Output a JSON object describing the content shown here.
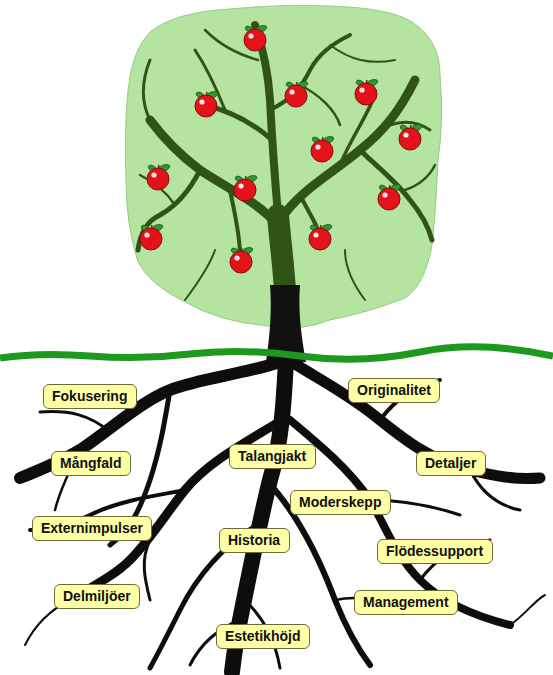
{
  "diagram": {
    "nodes": [
      {
        "text": [
          "Fokusering"
        ]
      },
      {
        "text": [
          "Originalitet"
        ]
      },
      {
        "text": [
          "Mångfald"
        ]
      },
      {
        "text": [
          "Talangjakt"
        ]
      },
      {
        "text": [
          "Detaljer"
        ]
      },
      {
        "text": [
          "Moderskepp"
        ]
      },
      {
        "text": [
          "Externimpulser"
        ]
      },
      {
        "text": [
          "Historia"
        ]
      },
      {
        "text": [
          "Flödessupport"
        ]
      },
      {
        "text": [
          "Delmiljöer"
        ]
      },
      {
        "text": [
          "Management"
        ]
      },
      {
        "text": [
          "Estetikhöjd"
        ]
      }
    ]
  }
}
